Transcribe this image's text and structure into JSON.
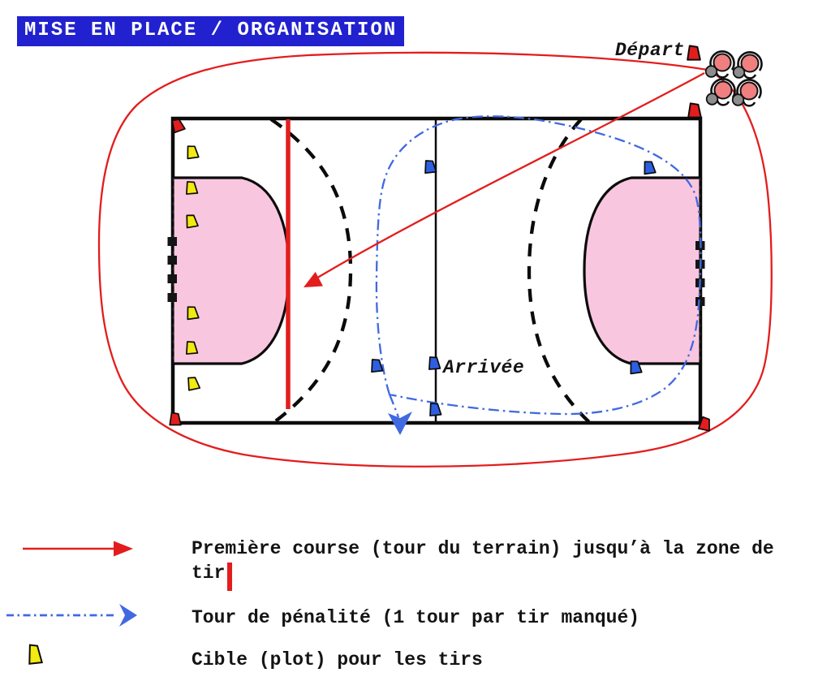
{
  "title": "MISE EN PLACE / ORGANISATION",
  "diagram": {
    "depart_label": "Départ",
    "arrivee_label": "Arrivée",
    "court": "handball-court",
    "players_at_start": 4,
    "yellow_cone_count_on_court": 6,
    "blue_cone_count_on_court": 6,
    "red_corner_cone_count": 5
  },
  "legend": {
    "items": [
      {
        "symbol": "red-solid-arrow",
        "text": "Première course (tour du terrain) jusqu’à la zone de tir",
        "extra_symbol": "red-vertical-bar"
      },
      {
        "symbol": "blue-dashdot-arrow",
        "text": "Tour de pénalité (1 tour par tir manqué)"
      },
      {
        "symbol": "yellow-cone",
        "text": "Cible (plot) pour les tirs"
      }
    ]
  },
  "colors": {
    "title_background": "#2121cf",
    "title_text": "#ffffff",
    "course_red": "#e31d1d",
    "penalty_blue": "#4169e1",
    "cone_blue": "#2e5fe0",
    "cone_yellow": "#f2ea10",
    "goal_area_pink": "#f9c6df",
    "player_body": "#f08080",
    "ball_gray": "#8d8d8d",
    "line_black": "#0b0b0b"
  }
}
